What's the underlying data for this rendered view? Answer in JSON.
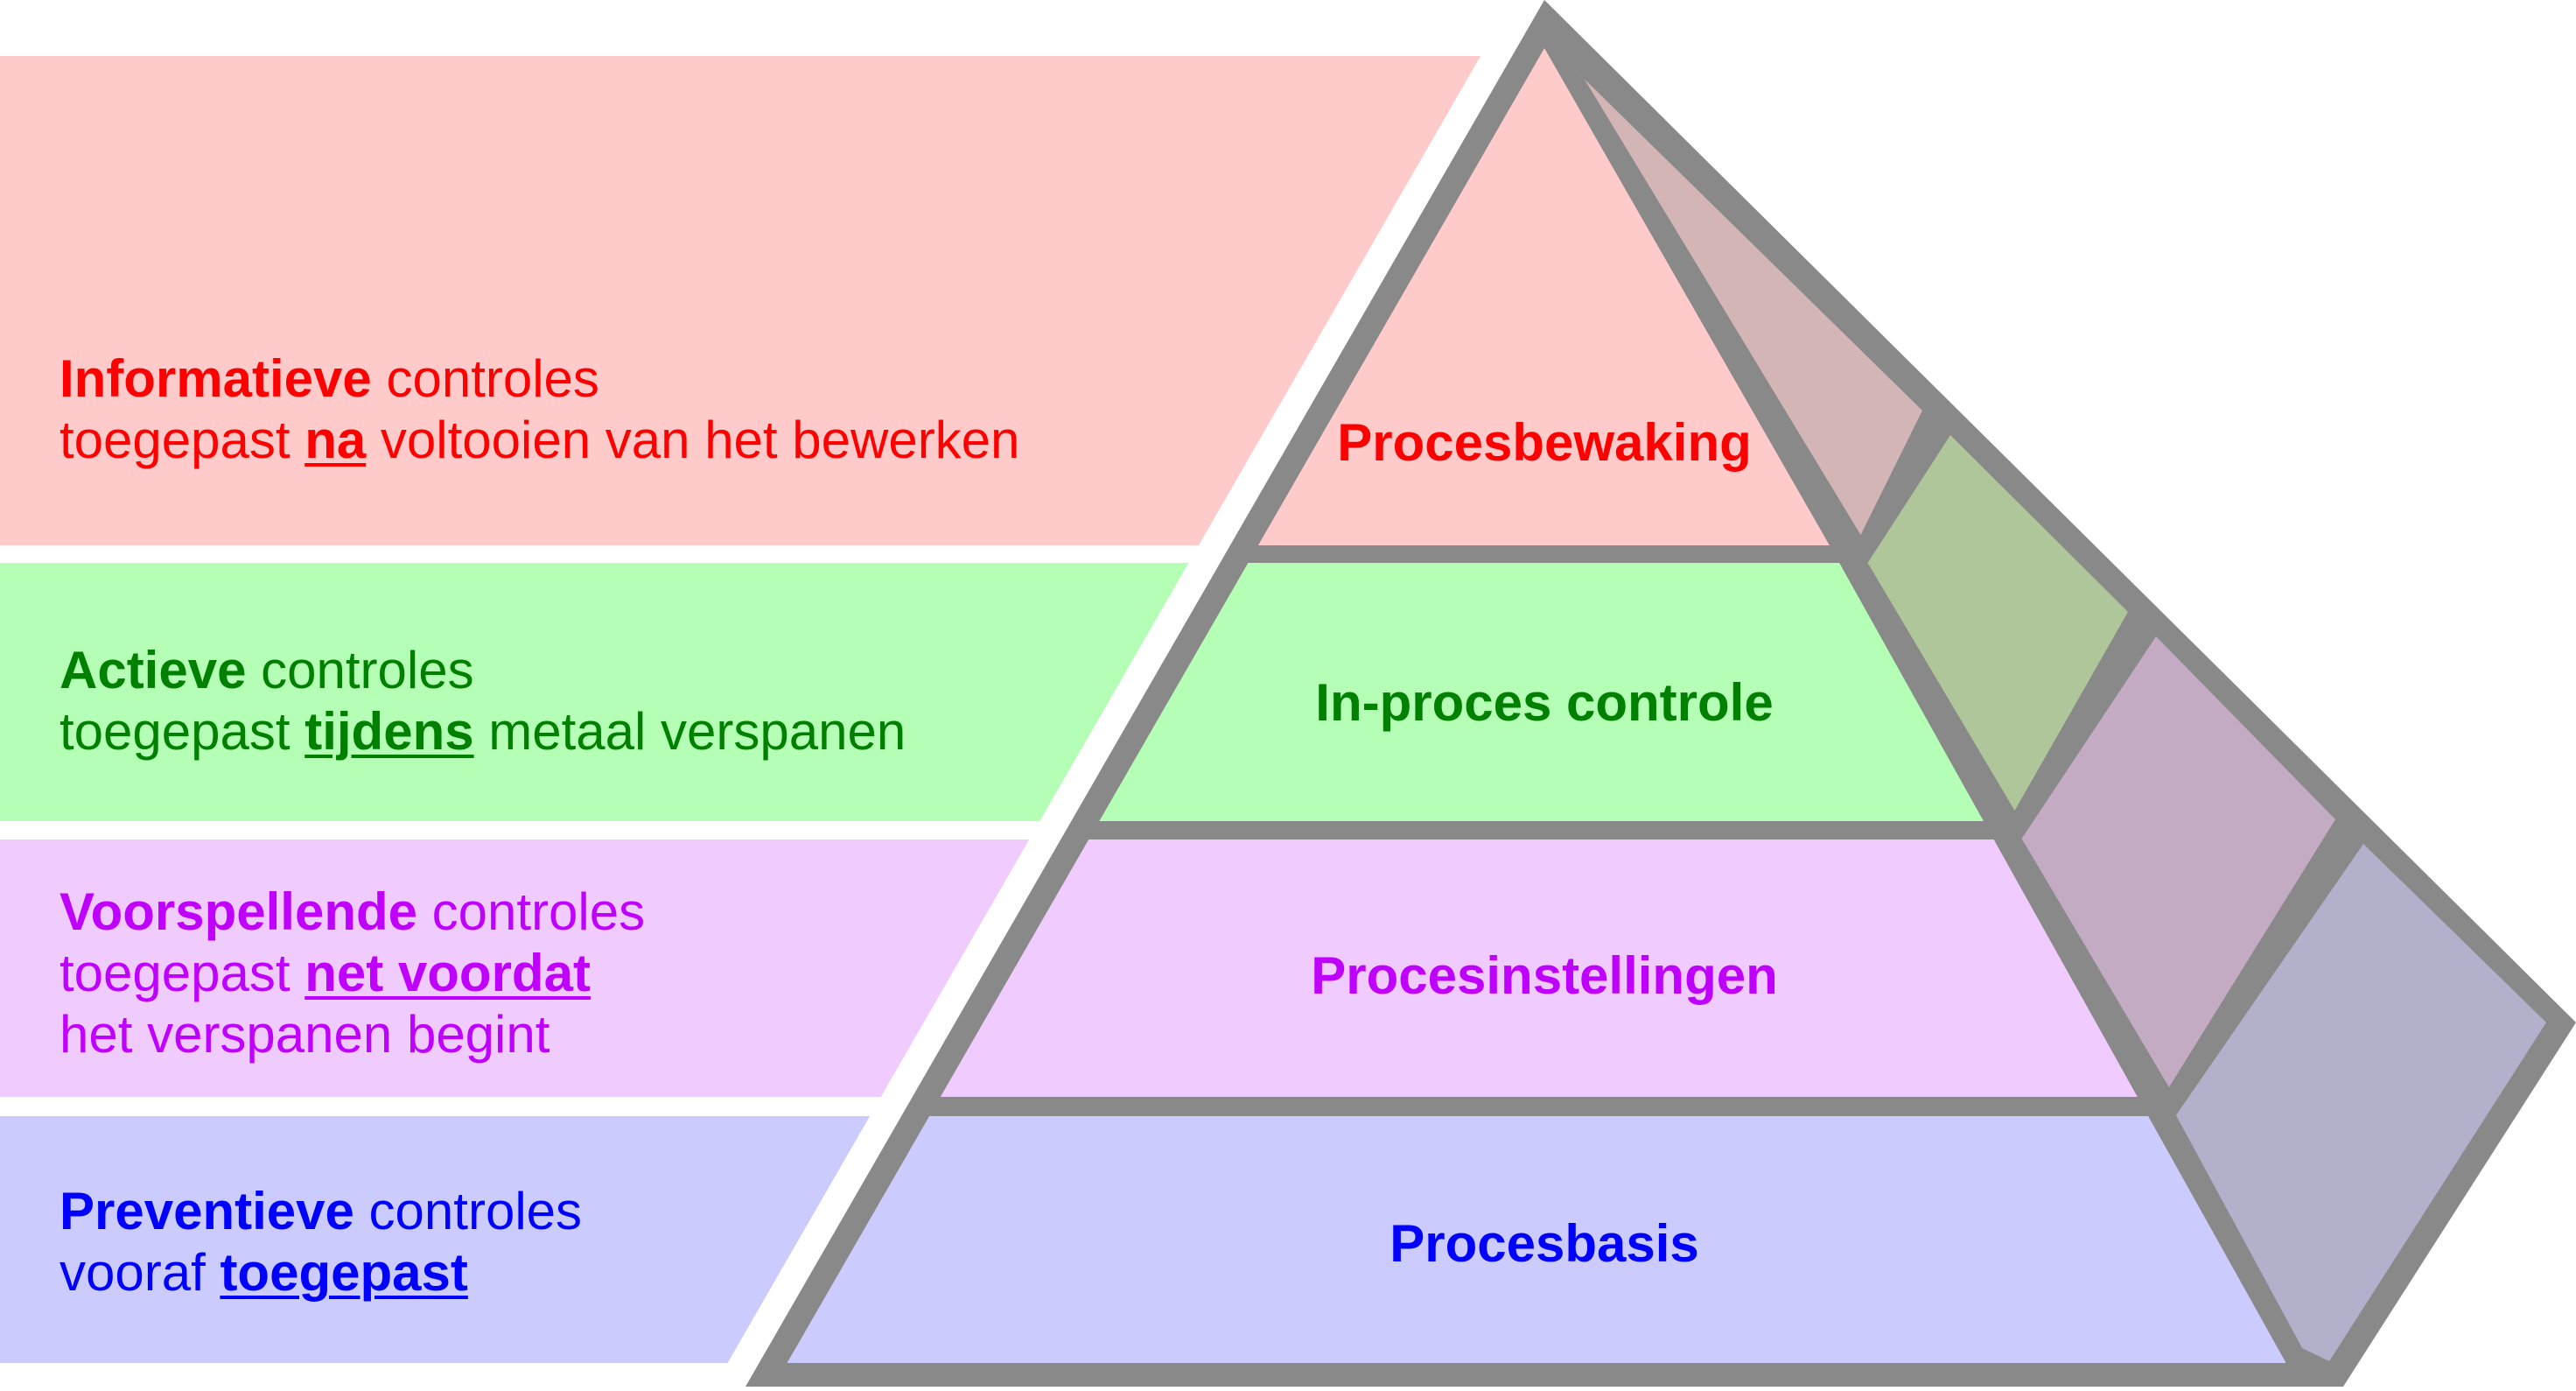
{
  "colors": {
    "outline": "#898989",
    "background": "#ffffff"
  },
  "levels": [
    {
      "id": "informatief",
      "tier_label": "Procesbewaking",
      "text_color": "#FF0000",
      "band_color": "#FFCACA",
      "side_color": "#D4B5B6",
      "title_bold": "Informatieve",
      "title_rest": " controles",
      "lines": [
        {
          "pre": "toegepast ",
          "emph": "na",
          "post": " voltooien van het bewerken"
        }
      ]
    },
    {
      "id": "actief",
      "tier_label": "In-proces controle",
      "text_color": "#008000",
      "band_color": "#B5FEB5",
      "side_color": "#AFC59A",
      "title_bold": "Actieve",
      "title_rest": " controles",
      "lines": [
        {
          "pre": "toegepast ",
          "emph": "tijdens",
          "post": " metaal verspanen"
        }
      ]
    },
    {
      "id": "voorspellend",
      "tier_label": "Procesinstellingen",
      "text_color": "#C000FF",
      "band_color": "#F0CBFE",
      "side_color": "#C3ABC4",
      "title_bold": "Voorspellende",
      "title_rest": " controles",
      "lines": [
        {
          "pre": "toegepast ",
          "emph": "net voordat",
          "post": ""
        },
        {
          "pre": "het verspanen begint",
          "emph": "",
          "post": ""
        }
      ]
    },
    {
      "id": "preventief",
      "tier_label": "Procesbasis",
      "text_color": "#0000FF",
      "band_color": "#CBCBFE",
      "side_color": "#B2B0CB",
      "title_bold": "Preventieve",
      "title_rest": " controles",
      "lines": [
        {
          "pre": "vooraf ",
          "emph": "toegepast",
          "post": ""
        }
      ]
    }
  ]
}
